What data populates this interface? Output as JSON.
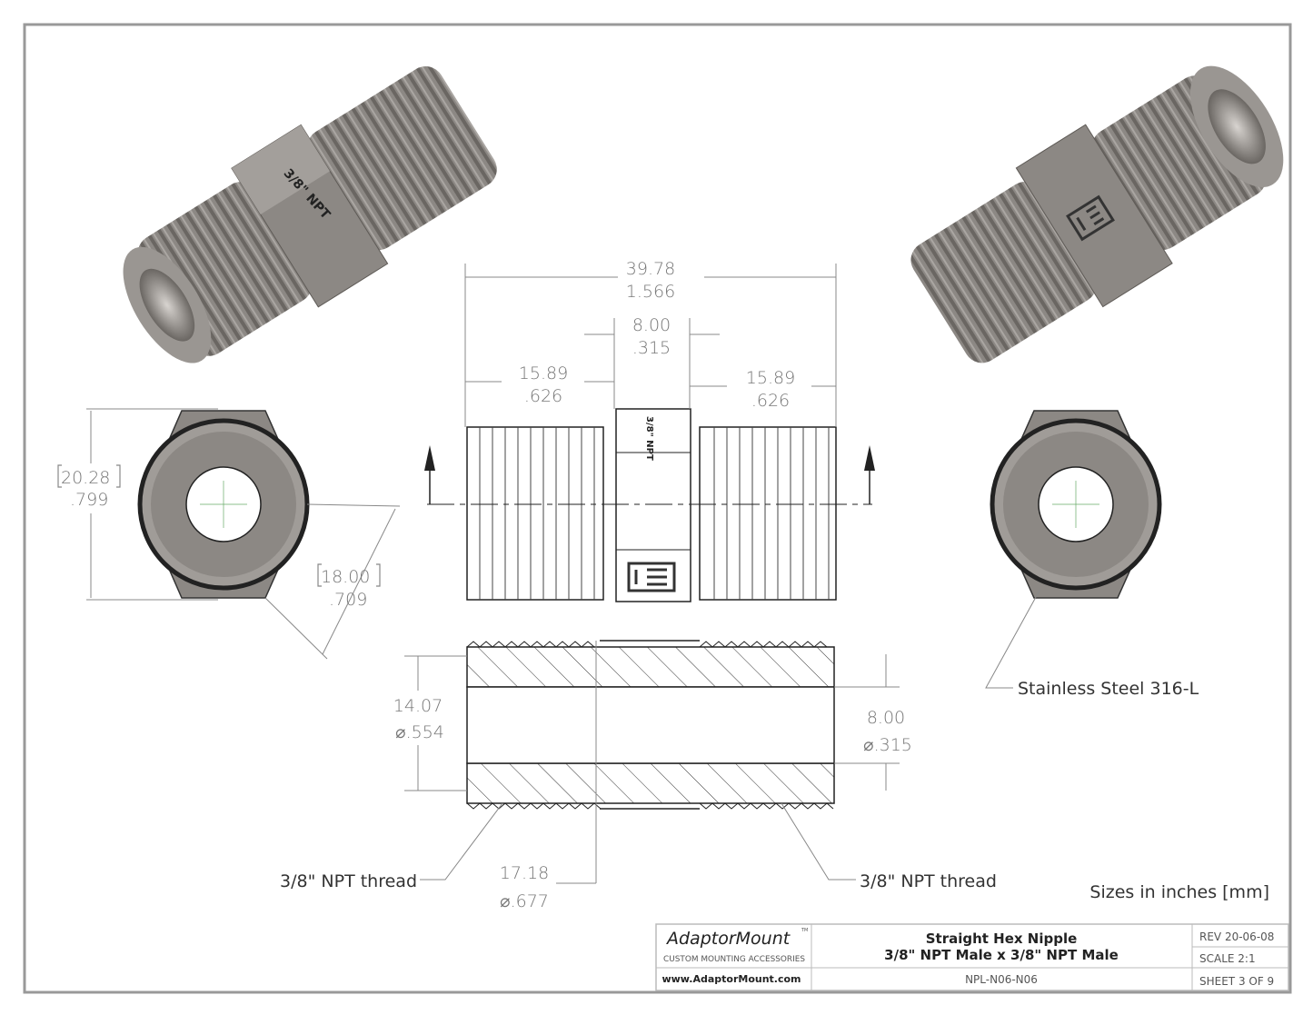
{
  "colors": {
    "metal": "#8c8884",
    "metal_dark": "#5e5a56",
    "metal_light": "#b3afab",
    "dim_text": "#777777"
  },
  "iso_left": {
    "engraving": "3/8\" NPT"
  },
  "side_view": {
    "engraving": "3/8\" NPT"
  },
  "dimensions": {
    "overall": {
      "mm": "39.78",
      "in": "1.566"
    },
    "hex_width": {
      "mm": "8.00",
      "in": ".315"
    },
    "left_thread": {
      "mm": "15.89",
      "in": ".626"
    },
    "right_thread": {
      "mm": "15.89",
      "in": ".626"
    },
    "hex_corners": {
      "mm": "20.28",
      "in": ".799"
    },
    "hex_flats": {
      "mm": "18.00",
      "in": ".709"
    },
    "bore_outer": {
      "mm": "14.07",
      "in": "⌀.554"
    },
    "bore_inner": {
      "mm": "8.00",
      "in": "⌀.315"
    },
    "thread_od": {
      "mm": "17.18",
      "in": "⌀.677"
    }
  },
  "notes": {
    "material": "Stainless Steel 316-L",
    "thread_left": "3/8\" NPT thread",
    "thread_right": "3/8\" NPT thread",
    "units": "Sizes in inches [mm]"
  },
  "title_block": {
    "brand": "AdaptorMount",
    "tm": "TM",
    "tagline": "CUSTOM MOUNTING ACCESSORIES",
    "website": "www.AdaptorMount.com",
    "title_line1": "Straight Hex Nipple",
    "title_line2": "3/8\" NPT Male x 3/8\" NPT Male",
    "part_number": "NPL-N06-N06",
    "rev": "REV 20-06-08",
    "scale": "SCALE 2:1",
    "sheet": "SHEET 3 OF 9"
  }
}
